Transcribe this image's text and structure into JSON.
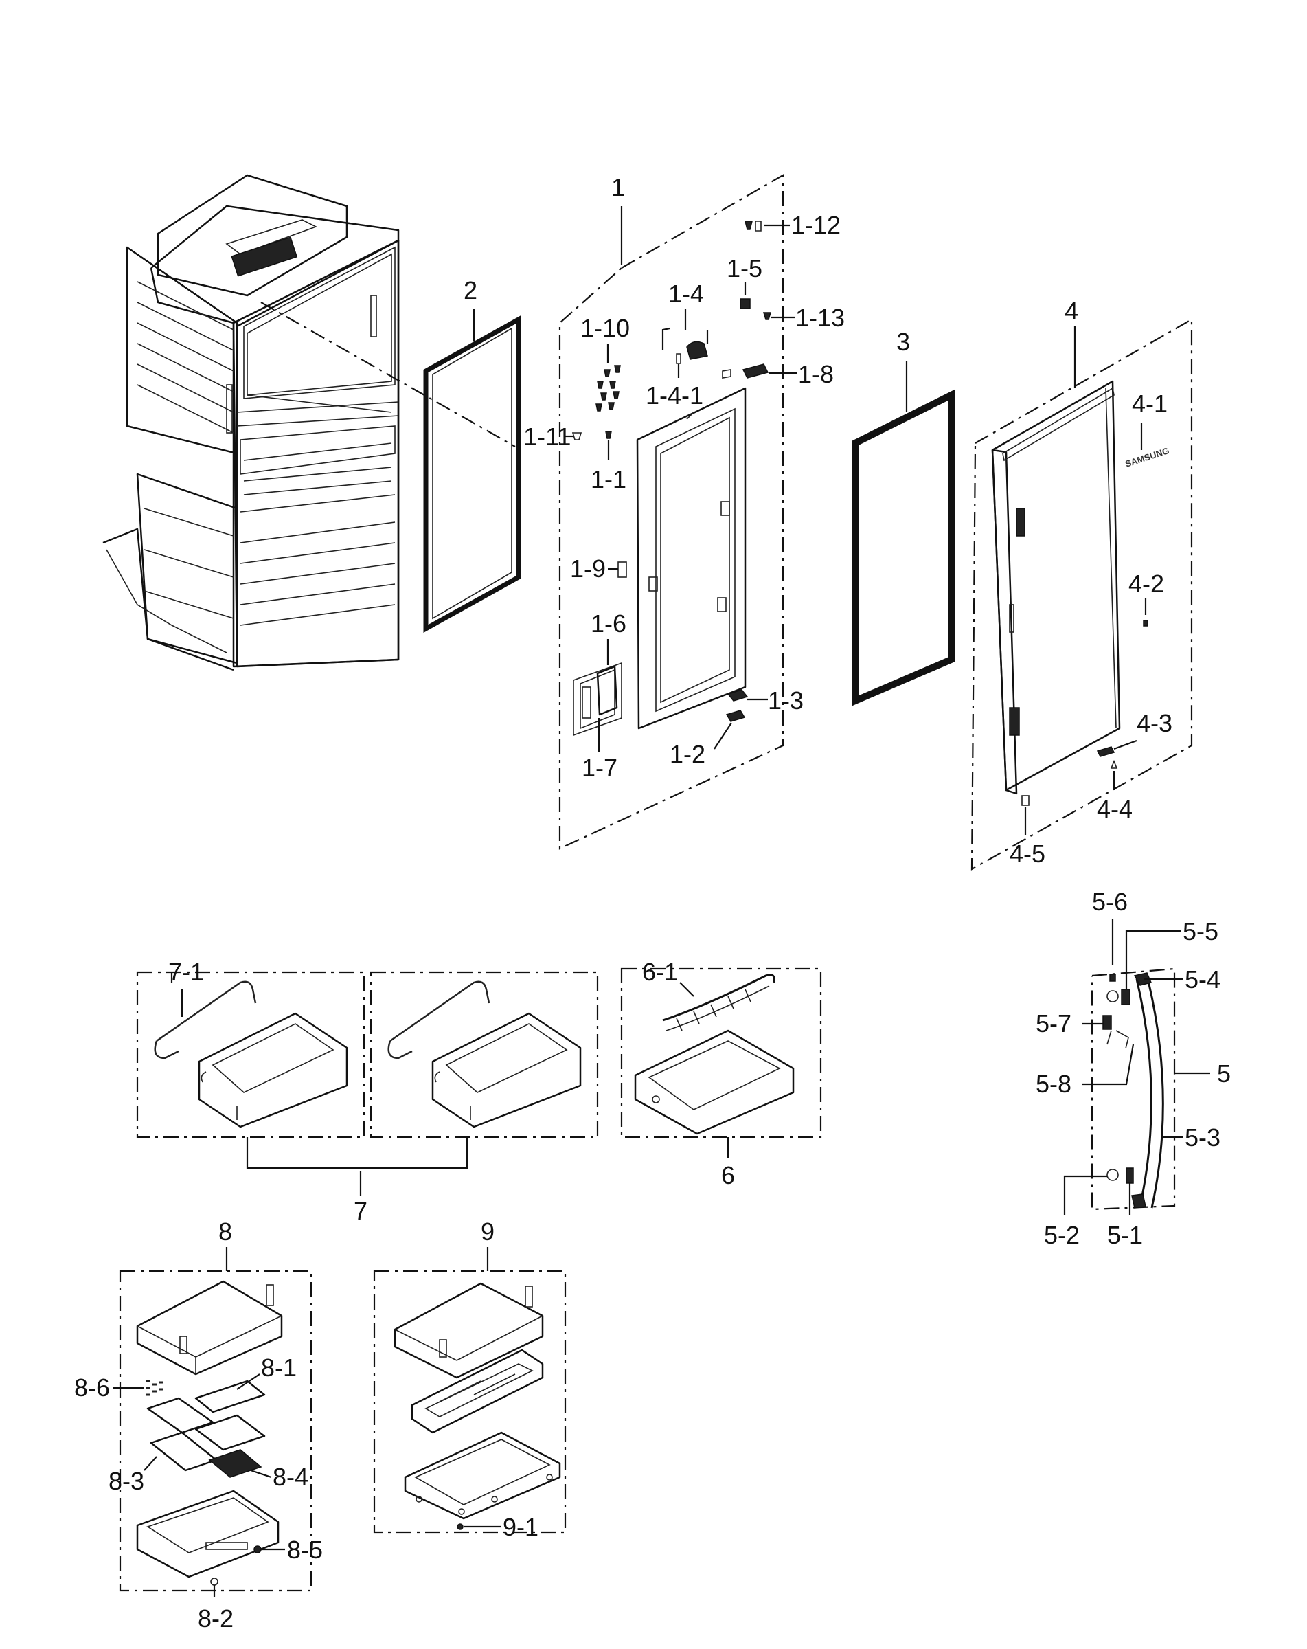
{
  "labels": {
    "p1": "1",
    "p1_1": "1-1",
    "p1_2": "1-2",
    "p1_3": "1-3",
    "p1_4": "1-4",
    "p1_4_1": "1-4-1",
    "p1_5": "1-5",
    "p1_6": "1-6",
    "p1_7": "1-7",
    "p1_8": "1-8",
    "p1_9": "1-9",
    "p1_10": "1-10",
    "p1_11": "1-11",
    "p1_12": "1-12",
    "p1_13": "1-13",
    "p2": "2",
    "p3": "3",
    "p4": "4",
    "p4_1": "4-1",
    "p4_2": "4-2",
    "p4_3": "4-3",
    "p4_4": "4-4",
    "p4_5": "4-5",
    "p5": "5",
    "p5_1": "5-1",
    "p5_2": "5-2",
    "p5_3": "5-3",
    "p5_4": "5-4",
    "p5_5": "5-5",
    "p5_6": "5-6",
    "p5_7": "5-7",
    "p5_8": "5-8",
    "p6": "6",
    "p6_1": "6-1",
    "p7": "7",
    "p7_1": "7-1",
    "p8": "8",
    "p8_1": "8-1",
    "p8_2": "8-2",
    "p8_3": "8-3",
    "p8_4": "8-4",
    "p8_5": "8-5",
    "p8_6": "8-6",
    "p9": "9",
    "p9_1": "9-1"
  },
  "brand_mark": "SAMSUNG",
  "colors": {
    "ink": "#111111",
    "background": "#ffffff"
  }
}
